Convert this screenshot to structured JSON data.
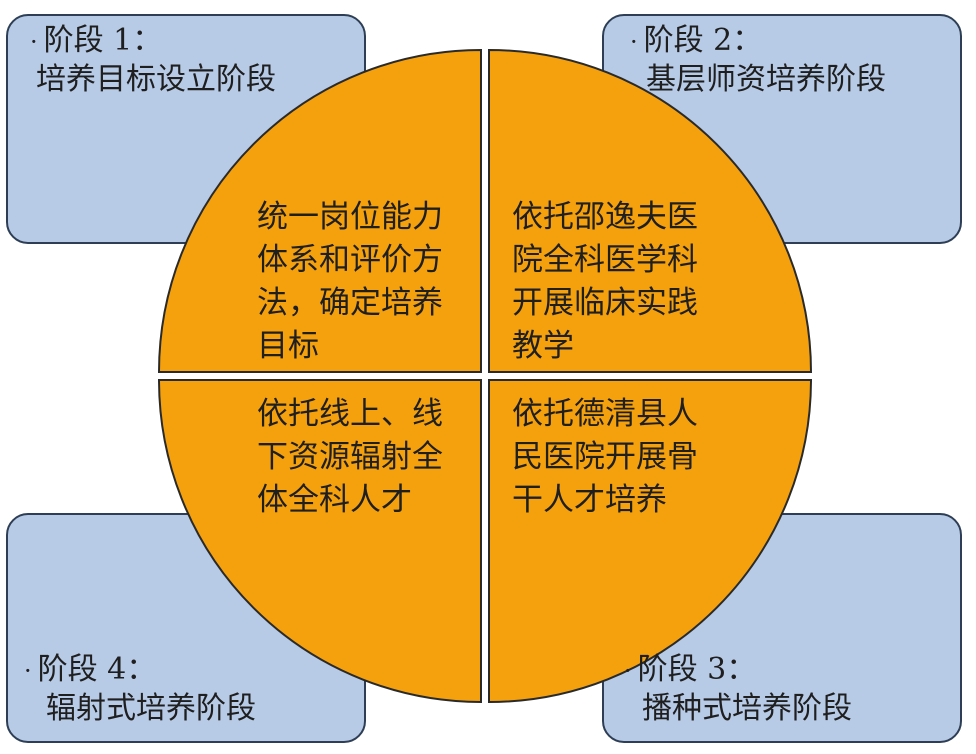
{
  "colors": {
    "box_fill": "#b7cbe7",
    "box_border": "#2d3e55",
    "quadrant_fill": "#f5a10e",
    "quadrant_border": "#2a2a2a"
  },
  "stages": [
    {
      "bullet": "·",
      "label": "阶段 1：",
      "name": "培养目标设立阶段",
      "content": [
        "统一岗位能力",
        "体系和评价方",
        "法，确定培养",
        "目标"
      ]
    },
    {
      "bullet": "·",
      "label": "阶段 2：",
      "name": "基层师资培养阶段",
      "content": [
        "依托邵逸夫医",
        "院全科医学科",
        "开展临床实践",
        "教学"
      ]
    },
    {
      "bullet": "·",
      "label": "阶段 3：",
      "name": "播种式培养阶段",
      "content": [
        "依托德清县人",
        "民医院开展骨",
        "干人才培养"
      ]
    },
    {
      "bullet": "·",
      "label": "阶段 4：",
      "name": "辐射式培养阶段",
      "content": [
        "依托线上、线",
        "下资源辐射全",
        "体全科人才"
      ]
    }
  ]
}
